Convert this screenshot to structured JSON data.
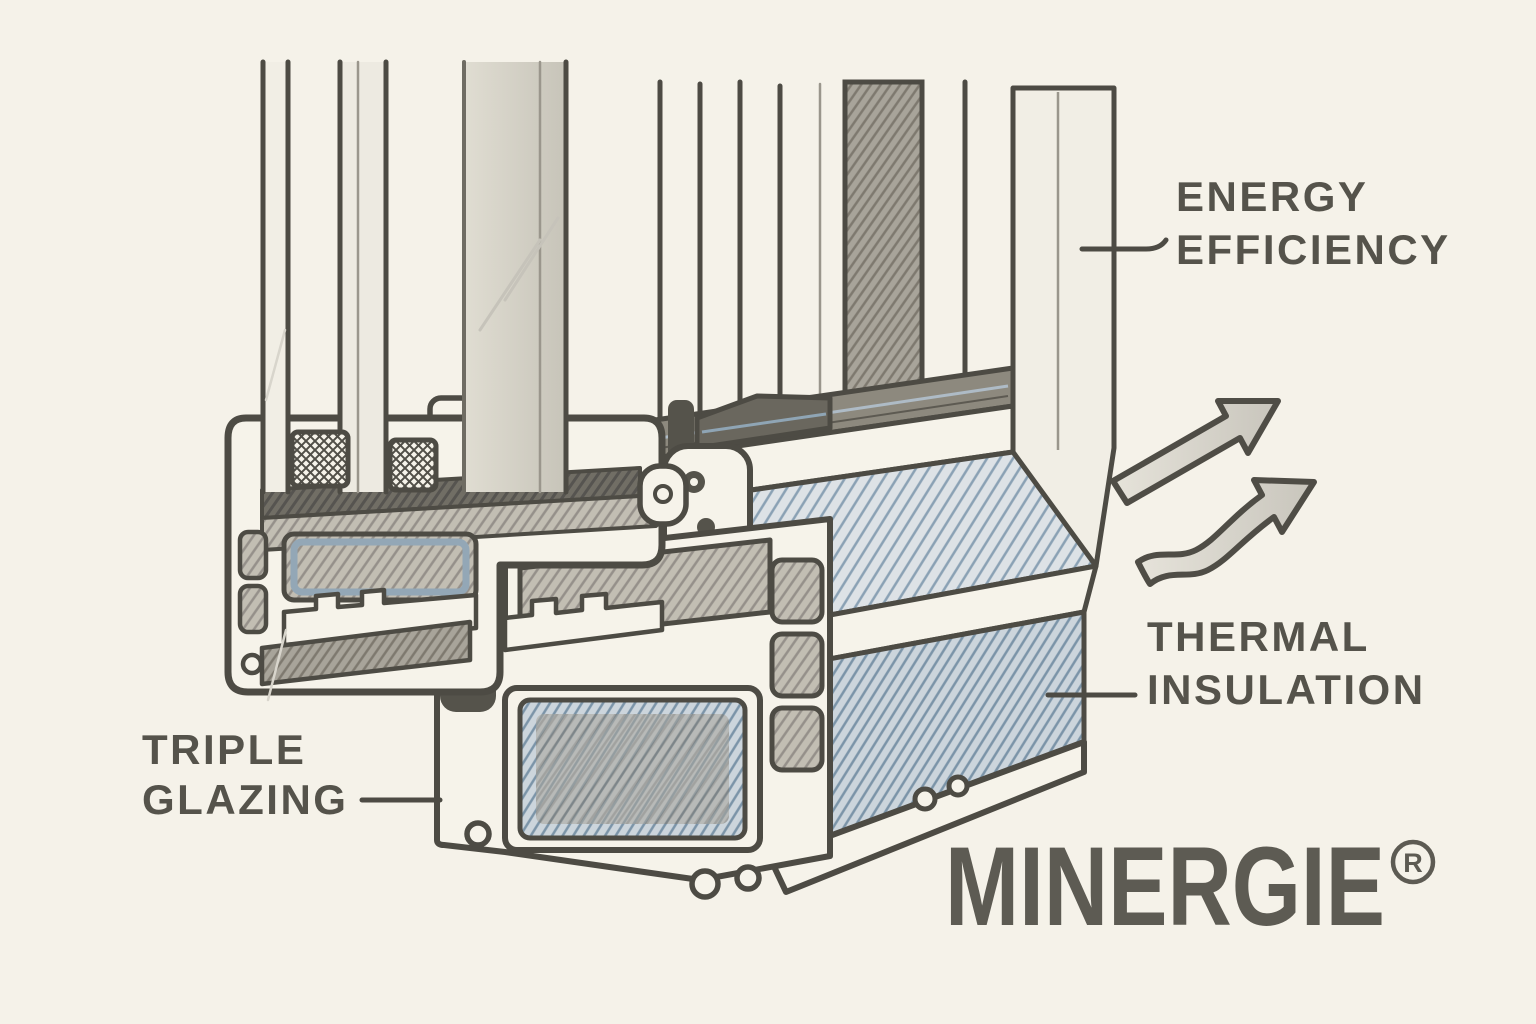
{
  "canvas": {
    "background": "#f5f2e9",
    "outline_color": "#4d4b44",
    "text_color": "#55534b"
  },
  "illustration": {
    "subject": "triple-glazed window frame cross-section",
    "profile_fill": "#f6f3ea",
    "shading_fill": "#c2beb3",
    "insulation_fill": "#dde2e6",
    "insulation_line": "#8aa1b4",
    "arrow_fill": "#d9d6cd",
    "icons": [
      "energy-flow-arrow-straight",
      "energy-flow-arrow-wavy",
      "crosshatch-spacer",
      "leader-line"
    ]
  },
  "callouts": {
    "energy_efficiency": {
      "line1": "ENERGY",
      "line2": "EFFICIENCY"
    },
    "thermal_insulation": {
      "line1": "THERMAL",
      "line2": "INSULATION"
    },
    "triple_glazing": {
      "line1": "TRIPLE",
      "line2": "GLAZING"
    }
  },
  "logo": {
    "wordmark": "MINERGIE",
    "registered_mark": "R"
  }
}
